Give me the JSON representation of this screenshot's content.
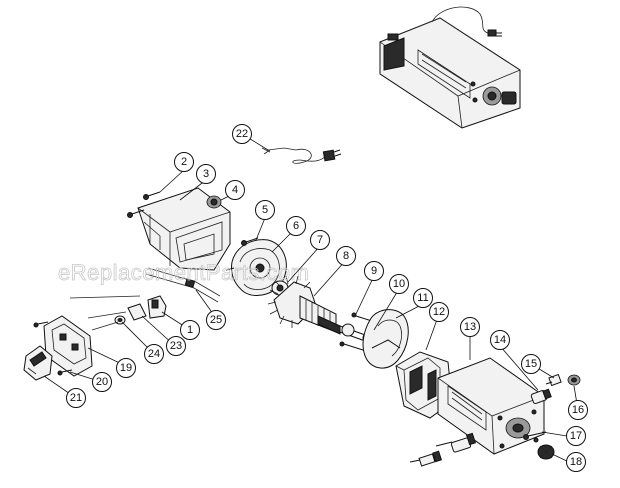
{
  "watermark": "eReplacementParts.com",
  "callouts": [
    {
      "id": "1",
      "label": "1"
    },
    {
      "id": "2",
      "label": "2"
    },
    {
      "id": "3",
      "label": "3"
    },
    {
      "id": "4",
      "label": "4"
    },
    {
      "id": "5",
      "label": "5"
    },
    {
      "id": "6",
      "label": "6"
    },
    {
      "id": "7",
      "label": "7"
    },
    {
      "id": "8",
      "label": "8"
    },
    {
      "id": "9",
      "label": "9"
    },
    {
      "id": "10",
      "label": "10"
    },
    {
      "id": "11",
      "label": "11"
    },
    {
      "id": "12",
      "label": "12"
    },
    {
      "id": "13",
      "label": "13"
    },
    {
      "id": "14",
      "label": "14"
    },
    {
      "id": "15",
      "label": "15"
    },
    {
      "id": "16",
      "label": "16"
    },
    {
      "id": "17",
      "label": "17"
    },
    {
      "id": "18",
      "label": "18"
    },
    {
      "id": "19",
      "label": "19"
    },
    {
      "id": "20",
      "label": "20"
    },
    {
      "id": "21",
      "label": "21"
    },
    {
      "id": "22",
      "label": "22"
    },
    {
      "id": "23",
      "label": "23"
    },
    {
      "id": "24",
      "label": "24"
    },
    {
      "id": "25",
      "label": "25"
    }
  ]
}
